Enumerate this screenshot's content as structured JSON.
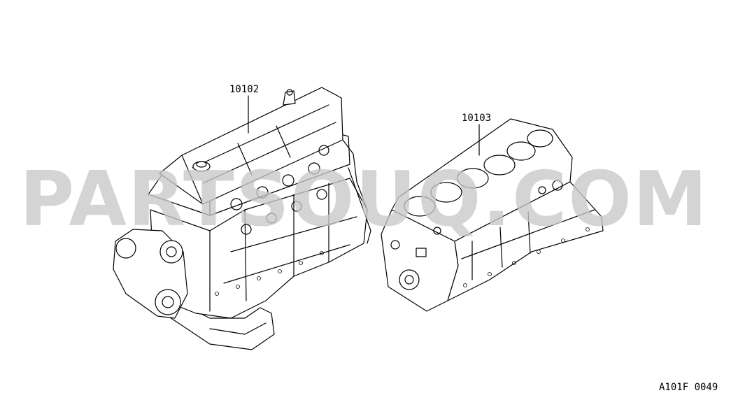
{
  "parts": [
    {
      "number": "10102"
    },
    {
      "number": "10103"
    }
  ],
  "figure_code": "A101F 0049",
  "watermark": "PARTSOUQ.COM",
  "colors": {
    "ink": "#000000",
    "background": "#ffffff",
    "watermark": "#c8c8c8"
  }
}
